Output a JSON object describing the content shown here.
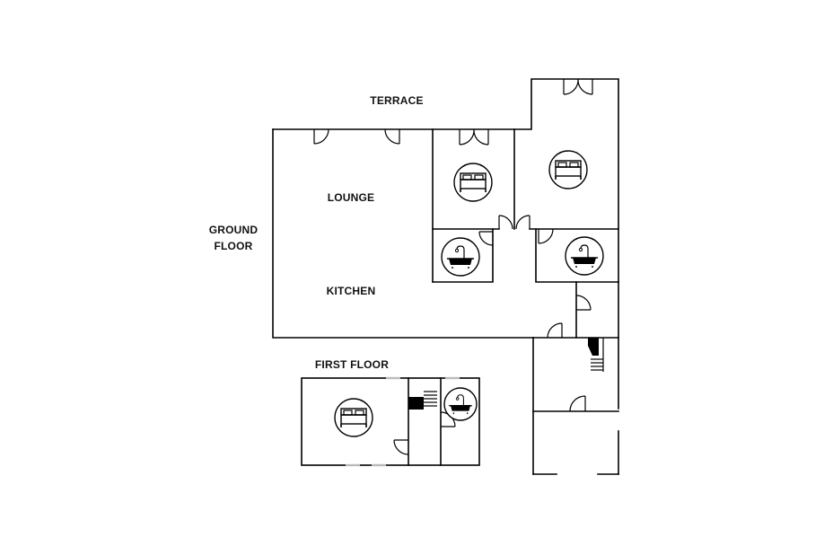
{
  "labels": {
    "terrace": "TERRACE",
    "ground_floor": "GROUND\nFLOOR",
    "lounge": "LOUNGE",
    "kitchen": "KITCHEN",
    "first_floor": "FIRST FLOOR"
  },
  "icons": {
    "bed": "bed-icon",
    "bath": "bath-shower-icon"
  }
}
